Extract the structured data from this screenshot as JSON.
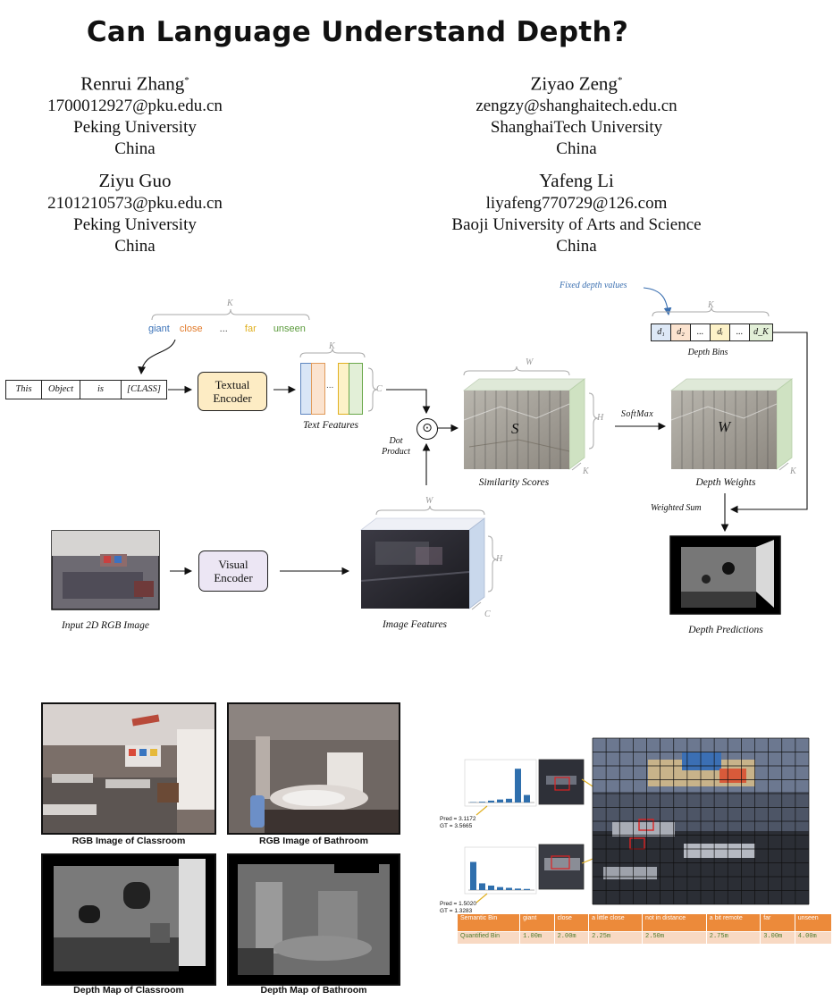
{
  "paper": {
    "title": "Can Language Understand Depth?",
    "authors": [
      {
        "name": "Renrui Zhang",
        "mark": "*",
        "email": "1700012927@pku.edu.cn",
        "affiliation": "Peking University",
        "country": "China"
      },
      {
        "name": "Ziyao Zeng",
        "mark": "*",
        "email": "zengzy@shanghaitech.edu.cn",
        "affiliation": "ShanghaiTech University",
        "country": "China"
      },
      {
        "name": "Ziyu Guo",
        "mark": "",
        "email": "2101210573@pku.edu.cn",
        "affiliation": "Peking University",
        "country": "China"
      },
      {
        "name": "Yafeng Li",
        "mark": "",
        "email": "liyafeng770729@126.com",
        "affiliation": "Baoji University of Arts and Science",
        "country": "China"
      }
    ]
  },
  "figure": {
    "class_words": [
      "giant",
      "close",
      "...",
      "far",
      "unseen"
    ],
    "class_colors": [
      "#3a72b8",
      "#e27b2b",
      "#444444",
      "#e0b020",
      "#5a9a3a"
    ],
    "prompt_tokens": [
      "This",
      "Object",
      "is",
      "[CLASS]"
    ],
    "K": "K",
    "W": "W",
    "H": "H",
    "C": "C",
    "textual_encoder": "Textual Encoder",
    "visual_encoder": "Visual Encoder",
    "text_features": "Text Features",
    "dot_product": "Dot Product",
    "dot_symbol": "⊙",
    "similarity_scores": "Similarity Scores",
    "S": "S",
    "softmax": "SoftMax",
    "depth_weights": "Depth Weights",
    "weights_symbol": "W",
    "fixed_depth_values": "Fixed depth values",
    "depth_bins_label": "Depth Bins",
    "depth_bins": [
      "d₁",
      "d₂",
      "...",
      "dᵢ",
      "...",
      "d_K"
    ],
    "weighted_sum": "Weighted Sum",
    "depth_predictions": "Depth Predictions",
    "input_image": "Input 2D RGB Image",
    "image_features": "Image Features",
    "ellipsis": "..."
  },
  "samples": {
    "captions": [
      "RGB Image of Classroom",
      "RGB Image of Bathroom",
      "Depth Map of Classroom",
      "Depth Map of Bathroom"
    ]
  },
  "bin_figure": {
    "pred1": "Pred = 3.1172",
    "gt1": "GT = 3.5665",
    "pred2": "Pred = 1.5020",
    "gt2": "GT = 1.3283",
    "table_header": [
      "Semantic Bin",
      "giant",
      "close",
      "a little close",
      "not in distance",
      "a bit remote",
      "far",
      "unseen"
    ],
    "table_values": [
      "Quantified Bin",
      "1.00m",
      "2.00m",
      "2.25m",
      "2.50m",
      "2.75m",
      "3.00m",
      "4.00m"
    ]
  },
  "chart_data": [
    {
      "type": "bar",
      "categories": [
        "giant",
        "close",
        "a little close",
        "not in distance",
        "a bit remote",
        "far",
        "unseen"
      ],
      "values": [
        0.01,
        0.02,
        0.05,
        0.08,
        0.1,
        0.9,
        0.2
      ],
      "ylim": [
        0,
        1
      ]
    },
    {
      "type": "bar",
      "categories": [
        "giant",
        "close",
        "a little close",
        "not in distance",
        "a bit remote",
        "far",
        "unseen"
      ],
      "values": [
        0.75,
        0.18,
        0.12,
        0.08,
        0.06,
        0.04,
        0.03
      ],
      "ylim": [
        0,
        1
      ]
    }
  ]
}
